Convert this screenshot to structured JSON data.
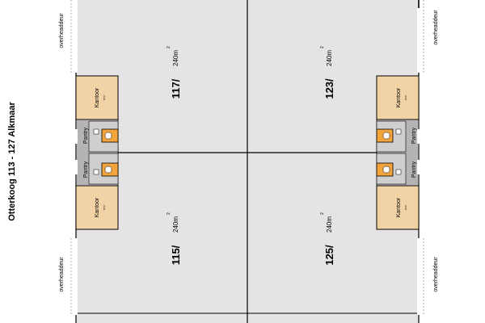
{
  "title": "Otterkoog 113 - 127 Alkmaar",
  "units": [
    {
      "number": "117/",
      "area": "240m",
      "sup": "2"
    },
    {
      "number": "123/",
      "area": "240m",
      "sup": "2"
    },
    {
      "number": "115/",
      "area": "240m",
      "sup": "2"
    },
    {
      "number": "125/",
      "area": "240m",
      "sup": "2"
    }
  ],
  "rooms": {
    "kantoor": "Kantoor",
    "kantoor_area": "15m²",
    "pantry": "Pantry"
  },
  "door_label": "overheaddeur",
  "colors": {
    "hall_floor": "#e4e4e4",
    "office": "#f2d3a6",
    "pantry": "#b4b4b4",
    "toilet": "#f4a43a",
    "wall": "#000000"
  }
}
